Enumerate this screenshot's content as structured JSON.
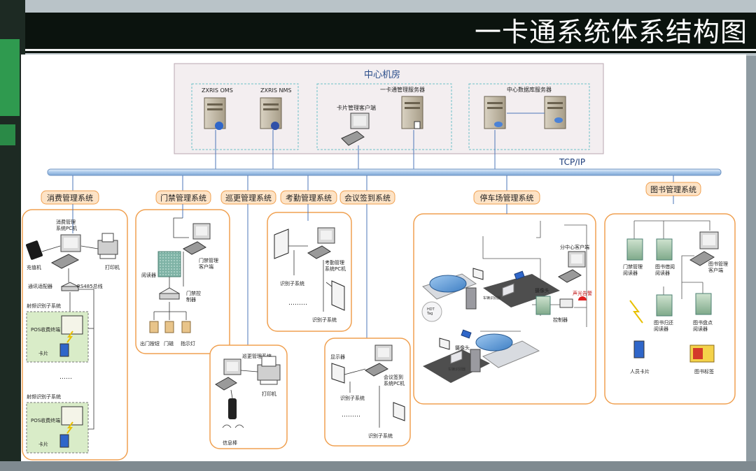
{
  "title": "一卡通系统体系结构图",
  "center": {
    "title": "中心机房",
    "oms": "ZXRIS OMS",
    "nms": "ZXRIS NMS",
    "card_client": "卡片管理客户端",
    "card_server": "一卡通管理服务器",
    "db_server": "中心数据库服务器"
  },
  "network": "TCP/IP",
  "systems": {
    "consume": "消费管理系统",
    "door": "门禁管理系统",
    "patrol": "巡更管理系统",
    "attendance": "考勤管理系统",
    "meeting": "会议签到系统",
    "parking": "停车场管理系统",
    "library": "图书管理系统"
  },
  "consume": {
    "pc": "消费管理\n系统PC机",
    "recharger": "充值机",
    "printer": "打印机",
    "adapter": "通讯适配器",
    "bus": "RS485总线",
    "rfid1": "射频识别子系统",
    "pos1": "POS收费终端",
    "card1": "卡片",
    "dots": "……",
    "rfid2": "射频识别子系统",
    "pos2": "POS收费终端",
    "card2": "卡片"
  },
  "door": {
    "reader": "阅读器",
    "client": "门禁管理\n客户端",
    "controller": "门禁控\n制器",
    "exit_button": "出门按钮",
    "lock": "门磁",
    "indicator": "指示灯"
  },
  "patrol": {
    "system": "巡更管理系统",
    "printer": "打印机",
    "stick": "信息棒"
  },
  "attendance": {
    "pc": "考勤管理\n系统PC机",
    "sub1": "识别子系统",
    "dots": "………",
    "sub2": "识别子系统"
  },
  "meeting": {
    "display": "显示器",
    "pc": "会议签到\n系统PC机",
    "sub1": "识别子系统",
    "dots": "………",
    "sub2": "识别子系统"
  },
  "parking": {
    "sub_center": "分中心客户端",
    "camera1": "摄像头",
    "alarm": "声光告警",
    "controller": "控制器",
    "tag": "HDT\nTag",
    "camera2": "摄像头",
    "reader1": "车辆识别器",
    "reader2": "车辆识别器"
  },
  "library": {
    "door_reader": "门禁管理\n阅读器",
    "loan_reader": "图书借阅\n阅读器",
    "client": "图书管理\n客户端",
    "return_reader": "图书归还\n阅读器",
    "inventory_reader": "图书盘点\n阅读器",
    "staff_card": "人员卡片",
    "book_tag": "图书标签"
  },
  "colors": {
    "title_bg": "#0b130e",
    "accent_orange": "#f0a050",
    "label_bg": "#fde3c6",
    "bus_blue": "#b9d4ef",
    "center_bg": "#f3eef0",
    "green_bg": "#2f9a4f"
  }
}
